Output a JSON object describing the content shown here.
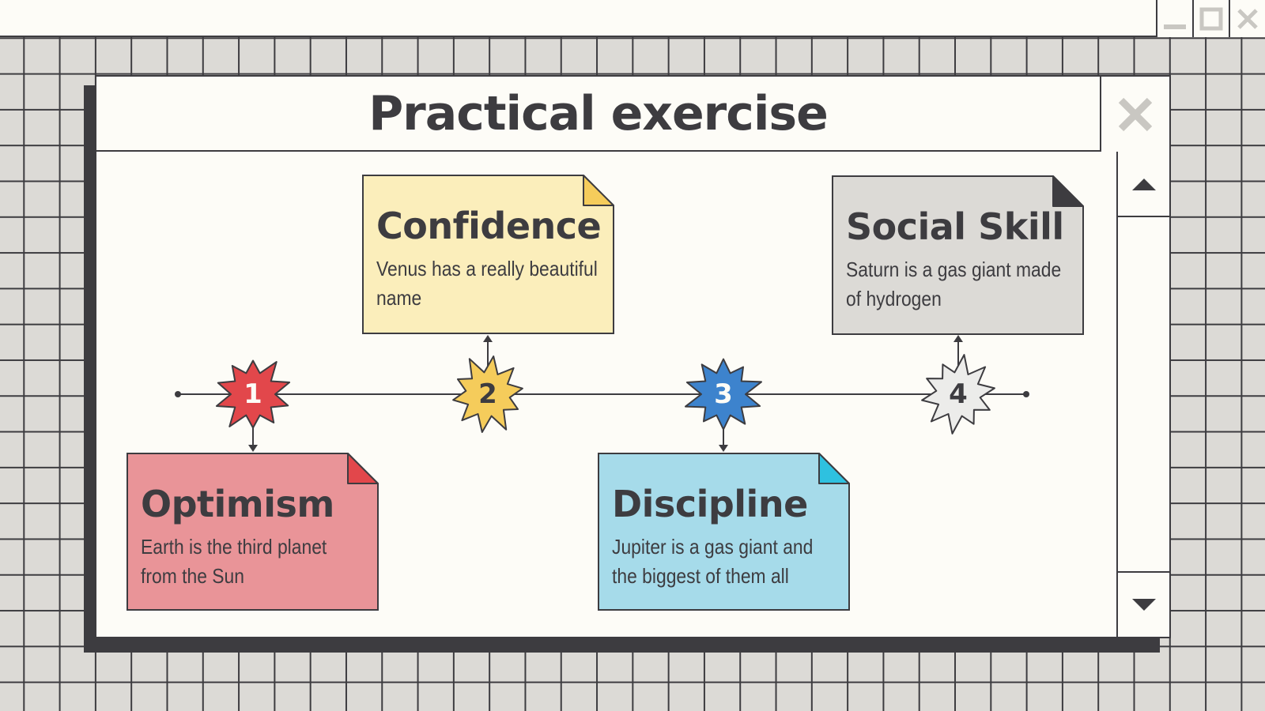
{
  "window": {
    "title": "Practical exercise"
  },
  "outer_controls": [
    "minimize-icon",
    "maximize-icon",
    "close-icon"
  ],
  "colors": {
    "ink": "#3d3c40",
    "paper": "#fdfcf7",
    "grid_bg": "#dcdad6",
    "optimism": "#e99498",
    "optimism_accent": "#e2474b",
    "confidence": "#fbeebb",
    "confidence_accent": "#f5cc5b",
    "discipline": "#a6dbea",
    "discipline_accent": "#2ec1e0",
    "social": "#dcdad6",
    "social_accent": "#3d3c40",
    "star1": "#e2474b",
    "star2": "#f5cc5b",
    "star3": "#3d83cd",
    "star4": "#ececea"
  },
  "steps": [
    {
      "number": "1",
      "heading": "Optimism",
      "description": "Earth is the third planet from the Sun"
    },
    {
      "number": "2",
      "heading": "Confidence",
      "description": "Venus has a really beautiful name"
    },
    {
      "number": "3",
      "heading": "Discipline",
      "description": "Jupiter is a gas giant and the biggest of them all"
    },
    {
      "number": "4",
      "heading": "Social Skill",
      "description": "Saturn is a gas giant made of hydrogen"
    }
  ],
  "scrollbar": {
    "up_icon": "triangle-up-icon",
    "down_icon": "triangle-down-icon"
  }
}
